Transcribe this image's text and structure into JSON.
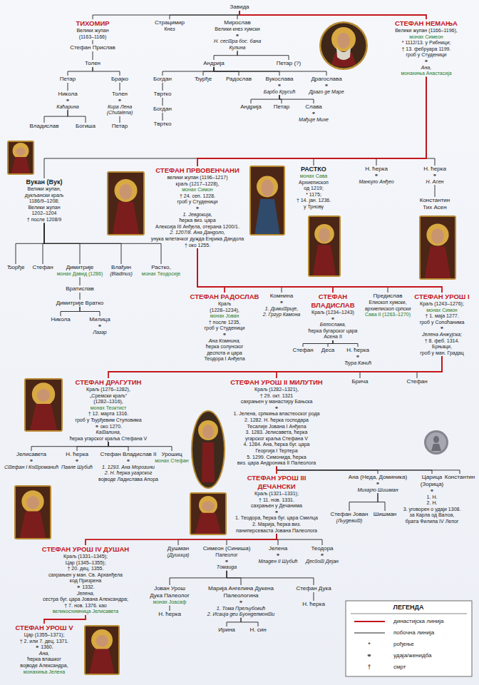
{
  "diagram": {
    "nodes": [
      {
        "text": [
          "Завида"
        ]
      },
      {
        "text": [
          "ТИХОМИР",
          "Велики жупан",
          "(1163–1166)"
        ]
      },
      {
        "text": [
          "Страцимир",
          "Кнез"
        ]
      },
      {
        "text": [
          "Мирослав",
          "Велики кнез хумски",
          "⚭",
          "Н. сестра бос. бана",
          "Кулина"
        ]
      },
      {
        "text": [
          "СТЕФАН НЕМАЊА",
          "Велики жупан (1166–1196),",
          "монах Симеон",
          "* 1112/13. у Рибници;",
          "† 13. фебруара 1199.",
          "гроб у Студеници",
          "⚭",
          "Ана,",
          "монахиња Анастасија"
        ]
      },
      {
        "text": [
          "Стефан Прислав"
        ]
      },
      {
        "text": [
          "Толен"
        ]
      },
      {
        "text": [
          "Петар"
        ]
      },
      {
        "text": [
          "Брајко"
        ]
      },
      {
        "text": [
          "Никола",
          "⚭",
          "Каћарина"
        ]
      },
      {
        "text": [
          "Толен",
          "⚭",
          "Кира Лена",
          "(Chutalena)"
        ]
      },
      {
        "text": [
          "Владислав"
        ]
      },
      {
        "text": [
          "Богиша"
        ]
      },
      {
        "text": [
          "Петар"
        ]
      },
      {
        "text": [
          "Андрија"
        ]
      },
      {
        "text": [
          "Петар (?)"
        ]
      },
      {
        "text": [
          "Богдан"
        ]
      },
      {
        "text": [
          "Ђурђе"
        ]
      },
      {
        "text": [
          "Радослав"
        ]
      },
      {
        "text": [
          "Вукослава",
          "⚭",
          "Барбо Крусић"
        ]
      },
      {
        "text": [
          "Драгослава",
          "⚭",
          "Драго де Маре"
        ]
      },
      {
        "text": [
          "Твртко"
        ]
      },
      {
        "text": [
          "Богдан"
        ]
      },
      {
        "text": [
          "Твртко"
        ]
      },
      {
        "text": [
          "Андрија"
        ]
      },
      {
        "text": [
          "Петар"
        ]
      },
      {
        "text": [
          "Слава",
          "⚭",
          "Мађије Михе"
        ]
      },
      {
        "text": [
          "Вукан (Вук)",
          "Велики жупан,",
          "дукљански краљ",
          "1186/9–1208;",
          "Велики жупан",
          "1202–1204",
          "† после 1208/9"
        ]
      },
      {
        "text": [
          "СТЕФАН ПРВОВЕНЧАНИ",
          "велики жупан (1196–1217)",
          "краљ (1217–1228),",
          "монах Симон",
          "† 24. сеп. 1228.",
          "гроб у Студеници",
          "⚭",
          "1. Јевдокија,",
          "ћерка виз. цара",
          "Алексија III Анђела, отерана 1200/1.",
          "2. 1207/8. Ана Дандоло,",
          "унука млетачког дужда Енрика Дандола",
          "† око 1255."
        ]
      },
      {
        "text": [
          "РАСТКО",
          "монах Сава",
          "Архиепископ",
          "од 1219;",
          "* 1175;",
          "† 14. јан. 1236.",
          "у Трнову"
        ]
      },
      {
        "text": [
          "Н. ћерка",
          "⚭",
          "Манојло Анђео"
        ]
      },
      {
        "text": [
          "Н. ћерка",
          "⚭",
          "Н. Асен"
        ]
      },
      {
        "text": [
          "Константин",
          "Тих Асен"
        ]
      },
      {
        "text": [
          "Ђорђе"
        ]
      },
      {
        "text": [
          "Стефан"
        ]
      },
      {
        "text": [
          "Димитрије",
          "монах Давид (1286)"
        ]
      },
      {
        "text": [
          "Влађин",
          "(Bladinus)"
        ]
      },
      {
        "text": [
          "Растко,",
          "монах Теодосије"
        ]
      },
      {
        "text": [
          "Вратислав"
        ]
      },
      {
        "text": [
          "Димитрије Вратко"
        ]
      },
      {
        "text": [
          "Никола"
        ]
      },
      {
        "text": [
          "Милица",
          "⚭",
          "Лазар"
        ]
      },
      {
        "text": [
          "СТЕФАН РАДОСЛАВ",
          "Краљ",
          "(1228–1234),",
          "монах Јован",
          "† после 1235,",
          "гроб у Студеници",
          "⚭",
          "Ана Комнина,",
          "ћерка солунског",
          "деспота и цара",
          "Теодора I Анђела"
        ]
      },
      {
        "text": [
          "Комнина",
          "⚭",
          "1. Димитрије,",
          "2. Гргур Камона"
        ]
      },
      {
        "text": [
          "СТЕФАН ВЛАДИСЛАВ",
          "Краљ (1234–1243)",
          "⚭",
          "Белослава,",
          "ћерка бугарског цара",
          "Асена II"
        ]
      },
      {
        "text": [
          "Предислав",
          "Епископ хумски,",
          "архиепископ српски",
          "Сава II (1263–1270)"
        ]
      },
      {
        "text": [
          "СТЕФАН УРОШ I",
          "Краљ (1243–1276);",
          "монах Симон",
          "† 1. маја 1277.",
          "гроб у Сопоћанима",
          "⚭",
          "Јелена Анжујска;",
          "† 8. феб. 1314.",
          "Брњаци,",
          "гроб у ман. Градац"
        ]
      },
      {
        "text": [
          "Стефан"
        ]
      },
      {
        "text": [
          "Деса"
        ]
      },
      {
        "text": [
          "Н. ћерка",
          "⚭",
          "Ђура Качић"
        ]
      },
      {
        "text": [
          "Брича"
        ]
      },
      {
        "text": [
          "Стефан"
        ]
      },
      {
        "text": [
          "СТЕФАН ДРАГУТИН",
          "Краљ (1276–1282),",
          "„Сремски краљ“",
          "(1282–1316),",
          "монах Теоктист",
          "† 12. марта 1316.",
          "гроб у Ђурђевим Ступовима",
          "⚭ око 1270.",
          "Каталина,",
          "ћерка угарског краља Стефана V"
        ]
      },
      {
        "text": [
          "СТЕФАН УРОШ II МИЛУТИН",
          "Краљ (1282–1321),",
          "† 29. окт. 1321",
          "сахрањен у манастиру Бањска",
          "⚭",
          "1. Јелена, српкиња властеоског рода",
          "2. 1282. Н. ћерка господара",
          "Тесалије Јована I Анђела",
          "3. 1283. Јелисавета, ћерка",
          "угарског краља Стефана V",
          "4. 1284. Ана, ћерка буг. цара",
          "Георгија I Тертера",
          "5. 1299. Симонида, ћерка",
          "виз. цара Андроника II Палеолога"
        ]
      },
      {
        "text": [
          "Јелисавета",
          "⚭",
          "Стефан I Котроманић"
        ]
      },
      {
        "text": [
          "Н. ћерка",
          "⚭",
          "Павле Шубић"
        ]
      },
      {
        "text": [
          "Стефан Владислав II",
          "⚭",
          "1. 1293. Ана Морозини",
          "2. Н. ћерка угарског",
          "војводе Ладислава Апора"
        ]
      },
      {
        "text": [
          "Урошиц",
          "монах Стефан"
        ]
      },
      {
        "text": [
          "СТЕФАН УРОШ III ДЕЧАНСКИ",
          "Краљ (1321–1331);",
          "† 11. нов. 1331.",
          "сахрањен у Дечанима",
          "⚭",
          "1. Теодора, ћерка буг. цара Смилца",
          "2. Марија, ћерка виз.",
          "паниперсеваста Јована Палеолога"
        ]
      },
      {
        "text": [
          "Ана (Неда, Доминика)",
          "⚭",
          "Михајло Шишман"
        ]
      },
      {
        "text": [
          "Царица",
          "(Зорица)",
          "⚭",
          "1. Н.",
          "2. Н.",
          "3. уговорен о удаји 1308.",
          "за Карла од Валоа,",
          "брата Филипа IV Лепог"
        ]
      },
      {
        "text": [
          "Константин"
        ]
      },
      {
        "text": [
          "Стефан Јован",
          "(Људевит)"
        ]
      },
      {
        "text": [
          "Шишман"
        ]
      },
      {
        "text": [
          "СТЕФАН УРОШ IV ДУШАН",
          "Краљ (1331–1345);",
          "Цар (1345–1355);",
          "† 20. дец. 1355.",
          "сахрањен у ман. Св. Арханђела",
          "код Призрена",
          "⚭ 1332.",
          "Јелена,",
          "сестра буг. цара Јована Александра;",
          "† 7. нов. 1376. као",
          "великосхимница Јелисавета"
        ]
      },
      {
        "text": [
          "Душман",
          "(Душица)"
        ]
      },
      {
        "text": [
          "Симеон (Синиша)",
          "Палеолог",
          "⚭",
          "Томаида"
        ]
      },
      {
        "text": [
          "Јелена",
          "⚭",
          "Младен II Шубић"
        ]
      },
      {
        "text": [
          "Теодора",
          "⚭",
          "Деспот Дејан"
        ]
      },
      {
        "text": [
          "Јован Урош",
          "Дука Палеолог",
          "монах Јоасаф"
        ]
      },
      {
        "text": [
          "Н. ћерка"
        ]
      },
      {
        "text": [
          "Марија Ангелина Дукена",
          "Палеологина",
          "⚭",
          "1. Тома Прељубовић",
          "2. Исаија деи Буонделмонти"
        ]
      },
      {
        "text": [
          "Ирина"
        ]
      },
      {
        "text": [
          "Н. син"
        ]
      },
      {
        "text": [
          "Стефан Дука"
        ]
      },
      {
        "text": [
          "Н. ћерка"
        ]
      },
      {
        "text": [
          "СТЕФАН УРОШ V",
          "Цар (1355–1371);",
          "† 2. или 7. дец. 1371.",
          "⚭ 1360.",
          "Ана,",
          "ћерка влашког",
          "војводе Александра,",
          "монахиња Јелена"
        ]
      }
    ],
    "edges": [
      {
        "from": 0,
        "to": 1,
        "arrow": "none"
      },
      {
        "from": 0,
        "to": 2,
        "arrow": "none"
      },
      {
        "from": 0,
        "to": 3,
        "arrow": "none"
      },
      {
        "from": 0,
        "to": 4,
        "arrow": "none"
      },
      {
        "from": 1,
        "to": 5,
        "arrow": "none"
      },
      {
        "from": 5,
        "to": 6,
        "arrow": "none"
      },
      {
        "from": 6,
        "to": 7,
        "arrow": "none"
      },
      {
        "from": 6,
        "to": 8,
        "arrow": "none"
      },
      {
        "from": 7,
        "to": 9,
        "arrow": "none"
      },
      {
        "from": 8,
        "to": 10,
        "arrow": "none"
      },
      {
        "from": 9,
        "to": 11,
        "arrow": "none"
      },
      {
        "from": 9,
        "to": 12,
        "arrow": "none"
      },
      {
        "from": 10,
        "to": 13,
        "arrow": "none"
      },
      {
        "from": 3,
        "to": 14,
        "arrow": "none"
      },
      {
        "from": 3,
        "to": 15,
        "arrow": "none"
      },
      {
        "from": 14,
        "to": 16,
        "arrow": "none"
      },
      {
        "from": 14,
        "to": 17,
        "arrow": "none"
      },
      {
        "from": 14,
        "to": 18,
        "arrow": "none"
      },
      {
        "from": 14,
        "to": 19,
        "arrow": "none"
      },
      {
        "from": 14,
        "to": 20,
        "arrow": "none"
      },
      {
        "from": 16,
        "to": 21,
        "arrow": "none"
      },
      {
        "from": 21,
        "to": 22,
        "arrow": "none"
      },
      {
        "from": 22,
        "to": 23,
        "arrow": "none"
      },
      {
        "from": 19,
        "to": 24,
        "arrow": "none"
      },
      {
        "from": 19,
        "to": 25,
        "arrow": "none"
      },
      {
        "from": 19,
        "to": 26,
        "arrow": "none"
      },
      {
        "from": 4,
        "to": 27,
        "arrow": "none"
      },
      {
        "from": 4,
        "to": 28,
        "arrow": "none"
      },
      {
        "from": 4,
        "to": 29,
        "arrow": "none"
      },
      {
        "from": 4,
        "to": 30,
        "arrow": "none"
      },
      {
        "from": 4,
        "to": 31,
        "arrow": "none"
      },
      {
        "from": 31,
        "to": 32,
        "arrow": "none"
      },
      {
        "from": 27,
        "to": 33,
        "arrow": "none"
      },
      {
        "from": 27,
        "to": 34,
        "arrow": "none"
      },
      {
        "from": 27,
        "to": 35,
        "arrow": "none"
      },
      {
        "from": 27,
        "to": 36,
        "arrow": "none"
      },
      {
        "from": 27,
        "to": 37,
        "arrow": "none"
      },
      {
        "from": 35,
        "to": 38,
        "arrow": "none"
      },
      {
        "from": 38,
        "to": 39,
        "arrow": "none"
      },
      {
        "from": 39,
        "to": 40,
        "arrow": "none"
      },
      {
        "from": 39,
        "to": 41,
        "arrow": "none"
      },
      {
        "from": 28,
        "to": 42,
        "arrow": "none"
      },
      {
        "from": 28,
        "to": 43,
        "arrow": "none"
      },
      {
        "from": 28,
        "to": 44,
        "arrow": "none"
      },
      {
        "from": 28,
        "to": 45,
        "arrow": "none"
      },
      {
        "from": 28,
        "to": 46,
        "arrow": "none"
      },
      {
        "from": 44,
        "to": 47,
        "arrow": "none"
      },
      {
        "from": 44,
        "to": 48,
        "arrow": "none"
      },
      {
        "from": 44,
        "to": 49,
        "arrow": "none"
      },
      {
        "from": 46,
        "to": 50,
        "arrow": "none"
      },
      {
        "from": 46,
        "to": 51,
        "arrow": "none"
      },
      {
        "from": 46,
        "to": 52,
        "arrow": "none"
      },
      {
        "from": 46,
        "to": 53,
        "arrow": "none"
      },
      {
        "from": 52,
        "to": 54,
        "arrow": "none"
      },
      {
        "from": 52,
        "to": 55,
        "arrow": "none"
      },
      {
        "from": 52,
        "to": 56,
        "arrow": "none"
      },
      {
        "from": 52,
        "to": 57,
        "arrow": "none"
      },
      {
        "from": 53,
        "to": 58,
        "arrow": "none"
      },
      {
        "from": 53,
        "to": 59,
        "arrow": "none"
      },
      {
        "from": 53,
        "to": 60,
        "arrow": "none"
      },
      {
        "from": 53,
        "to": 61,
        "arrow": "none"
      },
      {
        "from": 59,
        "to": 62,
        "arrow": "none"
      },
      {
        "from": 59,
        "to": 63,
        "arrow": "none"
      },
      {
        "from": 58,
        "to": 64,
        "arrow": "none"
      },
      {
        "from": 58,
        "to": 65,
        "arrow": "none"
      },
      {
        "from": 58,
        "to": 66,
        "arrow": "none"
      },
      {
        "from": 58,
        "to": 67,
        "arrow": "none"
      },
      {
        "from": 58,
        "to": 68,
        "arrow": "none"
      },
      {
        "from": 64,
        "to": 76,
        "arrow": "none"
      },
      {
        "from": 66,
        "to": 69,
        "arrow": "none"
      },
      {
        "from": 66,
        "to": 71,
        "arrow": "none"
      },
      {
        "from": 66,
        "to": 74,
        "arrow": "none"
      },
      {
        "from": 69,
        "to": 70,
        "arrow": "none"
      },
      {
        "from": 71,
        "to": 72,
        "arrow": "none"
      },
      {
        "from": 71,
        "to": 73,
        "arrow": "none"
      },
      {
        "from": 74,
        "to": 75,
        "arrow": "none"
      }
    ],
    "labels": [
      "ЛЕГЕНДА",
      "*",
      "⚭",
      "†"
    ],
    "legend": [
      {
        "text": "династијска линија"
      },
      {
        "text": "побочна линија"
      },
      {
        "text": "рођење"
      },
      {
        "text": "удаја/женидба"
      },
      {
        "text": "смрт"
      }
    ]
  }
}
